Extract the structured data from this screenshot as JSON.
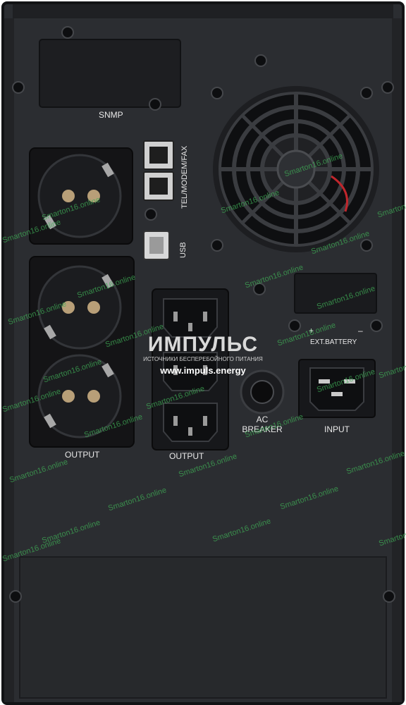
{
  "labels": {
    "snmp": "SNMP",
    "tel_modem_fax": "TEL/MODEM/FAX",
    "usb": "USB",
    "output_left": "OUTPUT",
    "output_center": "OUTPUT",
    "ac": "AC",
    "breaker": "BREAKER",
    "input": "INPUT",
    "ext_battery": "EXT.BATTERY",
    "battery_plus": "+",
    "battery_minus": "–"
  },
  "brand": {
    "name": "ИМПУЛЬС",
    "tagline": "ИСТОЧНИКИ БЕСПЕРЕБОЙНОГО ПИТАНИЯ",
    "website": "www.impuls.energy"
  },
  "watermark": {
    "text": "Smarton16.online",
    "color": "#3fae56"
  },
  "colors": {
    "chassis": "#2b2d31",
    "chassis_edge": "#1a1b1e",
    "socket": "#141416",
    "pin": "#b89f78",
    "label_text": "#e8e8e8"
  }
}
